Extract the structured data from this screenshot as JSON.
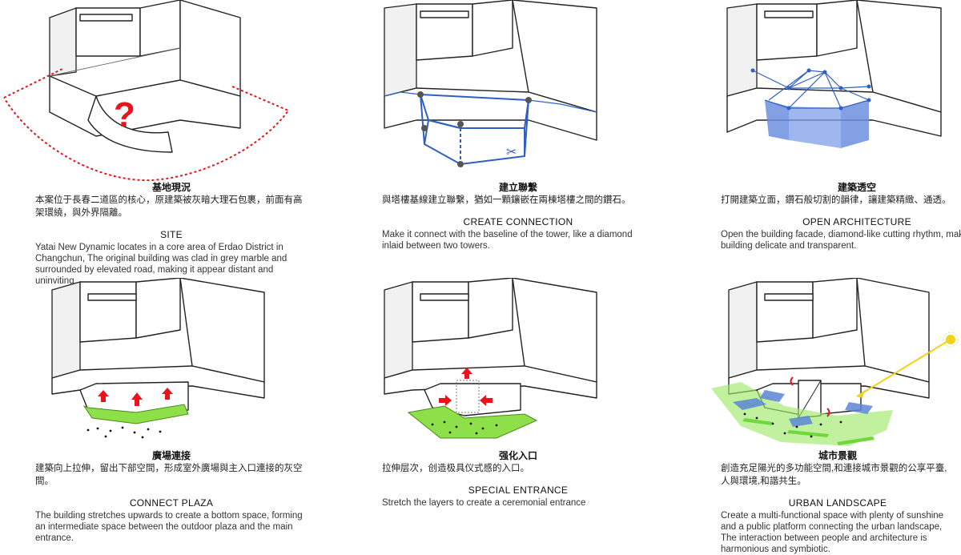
{
  "panels": [
    {
      "cn_title": "基地現況",
      "cn_body": "本案位于長春二道區的核心，原建築被灰暗大理石包裹，前面有高架環繞，與外界隔離。",
      "en_title": "SITE",
      "en_body": "Yatai New Dynamic locates in a core area of Erdao District in Changchun, The original building was clad in grey marble and surrounded by elevated road, making it appear distant and uninviting.",
      "mark": "?"
    },
    {
      "cn_title": "建立聯繫",
      "cn_body": "與塔樓基線建立聯繫，猶如一顆鑲嵌在兩棟塔樓之間的鑽石。",
      "en_title": "CREATE  CONNECTION",
      "en_body": "Make it connect with the baseline of the tower, like a diamond inlaid between two towers."
    },
    {
      "cn_title": "建築透空",
      "cn_body": "打開建築立面，鑽石般切割的韻律，讓建築精緻、通透。",
      "en_title": "OPEN ARCHITECTURE",
      "en_body": "Open the building facade, diamond-like cutting rhythm, make the building delicate and transparent."
    },
    {
      "cn_title": "廣場連接",
      "cn_body": "建築向上拉伸，留出下部空間，形成室外廣場與主入口連接的灰空間。",
      "en_title": "CONNECT PLAZA",
      "en_body": "The building stretches upwards to create a bottom space, forming an intermediate space between the outdoor plaza and the main entrance."
    },
    {
      "cn_title": "强化入口",
      "cn_body": "拉伸层次，创造极具仪式感的入口。",
      "en_title": "SPECIAL ENTRANCE",
      "en_body": "Stretch the layers to create a ceremonial entrance"
    },
    {
      "cn_title": "城市景觀",
      "cn_body": "創造充足陽光的多功能空間,和連接城市景觀的公享平臺,人與環境,和諧共生。",
      "en_title": "URBAN LANDSCAPE",
      "en_body": "Create a multi-functional space with plenty of sunshine and a public platform connecting the urban landscape, The interaction between people and architecture is harmonious and symbiotic."
    }
  ],
  "colors": {
    "site_boundary": "#e8141c",
    "question_mark": "#e8141c",
    "connection_lines": "#2f5fc4",
    "facade_fill": "#6f8fe0",
    "plaza_green": "#8ee04a",
    "arrow_red": "#e8141c",
    "sun_yellow": "#f2d21a",
    "urban_blue": "#5b86d6"
  }
}
